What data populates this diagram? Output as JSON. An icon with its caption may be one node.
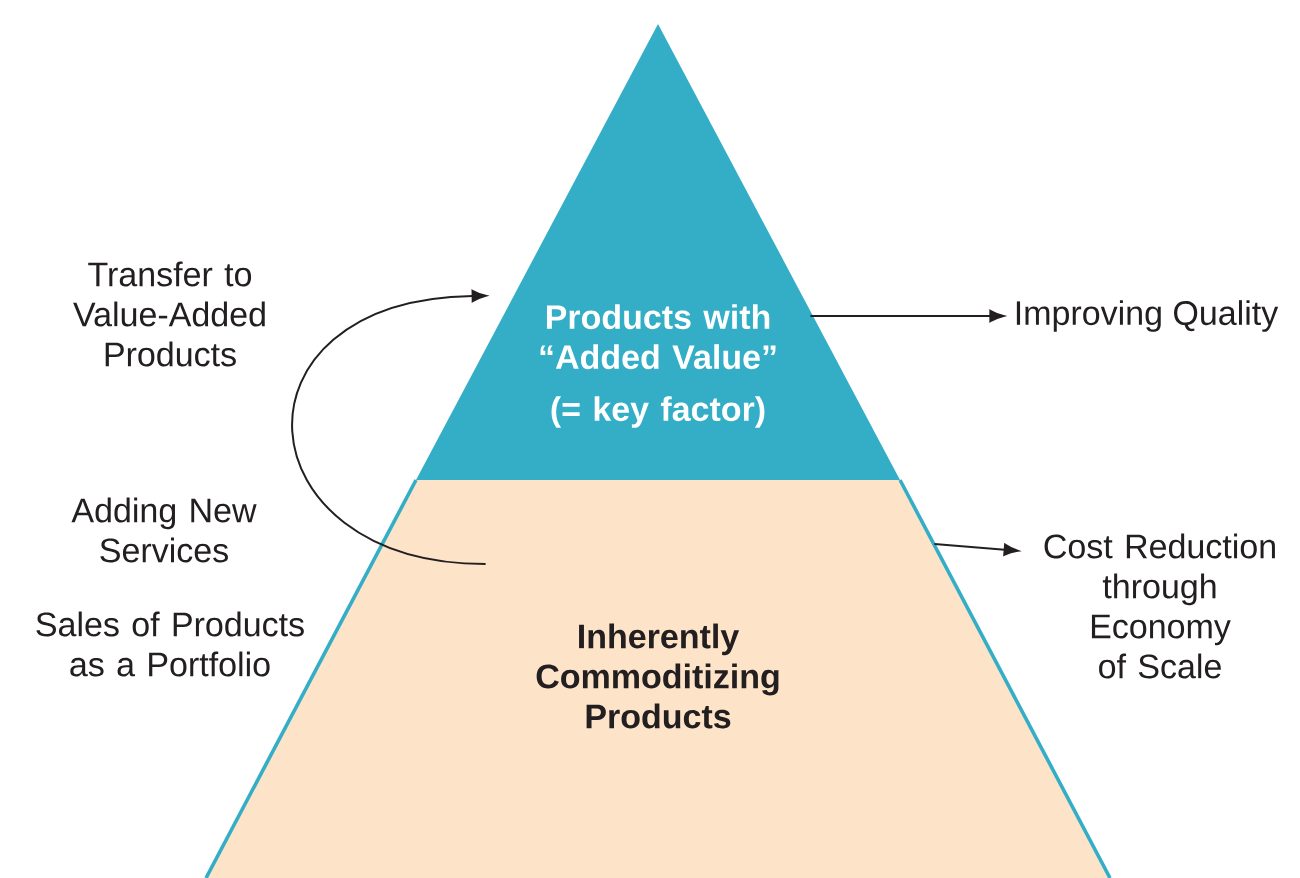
{
  "diagram": {
    "nodes": [
      {
        "text": [
          "Products with “Added Value”",
          "(= key factor)"
        ]
      },
      {
        "text": [
          "Inherently Commoditizing Products"
        ]
      },
      {
        "text": [
          "Improving Quality"
        ]
      },
      {
        "text": [
          "Cost Reduction through Economy of Scale"
        ]
      }
    ],
    "edges": [
      {
        "from": 1,
        "to": 0,
        "arrow": "to"
      },
      {
        "from": 0,
        "to": 2,
        "arrow": "to"
      },
      {
        "from": 1,
        "to": 3,
        "arrow": "to"
      }
    ],
    "labels": [
      "Transfer to Value-Added Products",
      "Adding New Services",
      "Sales of Products as a Portfolio"
    ]
  }
}
